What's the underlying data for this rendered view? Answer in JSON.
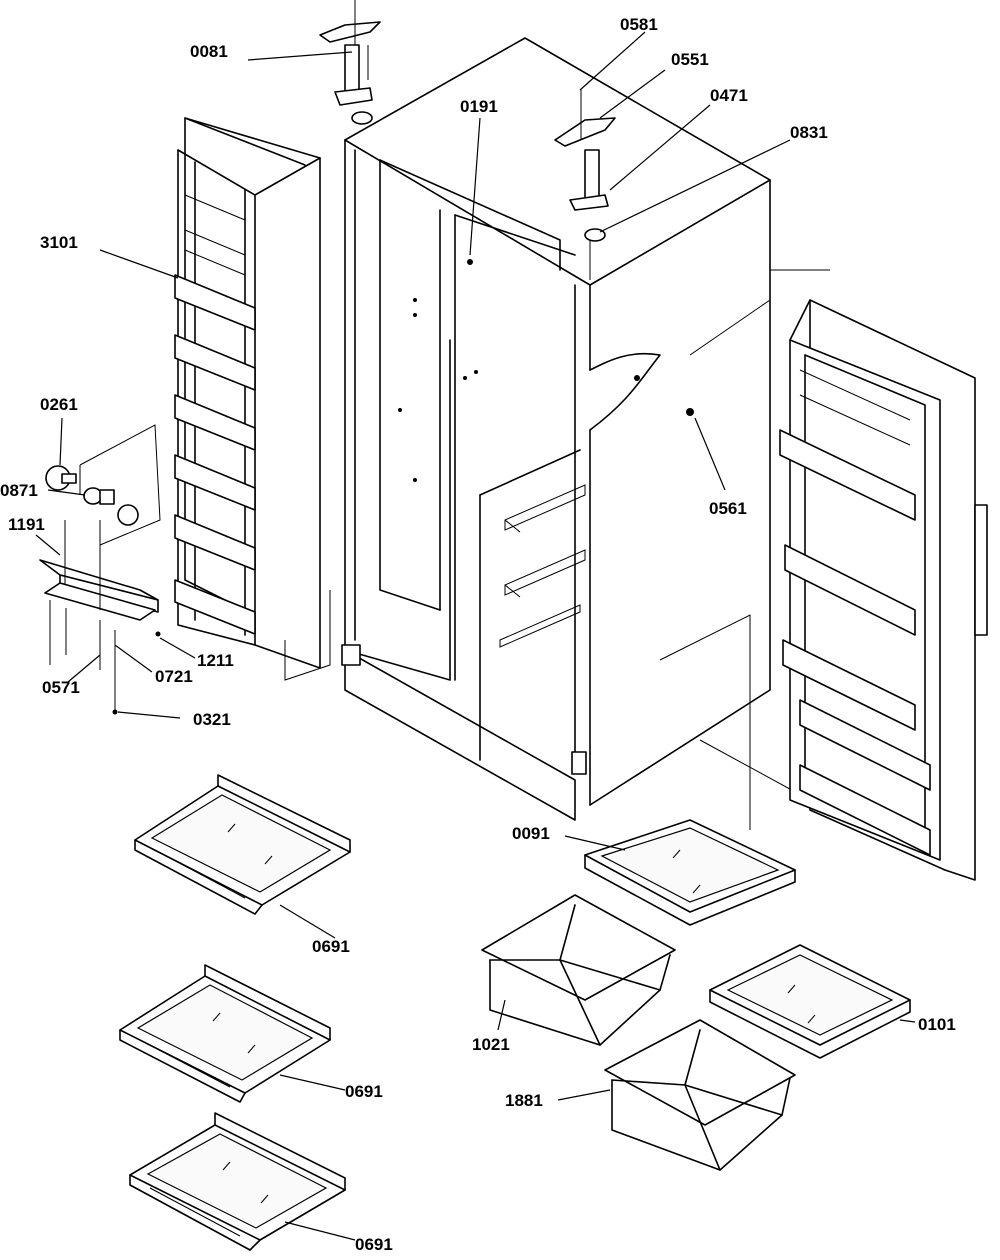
{
  "labels": {
    "p0081": "0081",
    "p0581": "0581",
    "p0551": "0551",
    "p0191": "0191",
    "p0471": "0471",
    "p0831": "0831",
    "p3101": "3101",
    "p0261": "0261",
    "p0871": "0871",
    "p0561": "0561",
    "p1191": "1191",
    "p1211": "1211",
    "p0571": "0571",
    "p0721": "0721",
    "p0321": "0321",
    "p0091": "0091",
    "p0691a": "0691",
    "p1021": "1021",
    "p0101": "0101",
    "p0691b": "0691",
    "p1881": "1881",
    "p0691c": "0691"
  },
  "colors": {
    "line": "#000000",
    "background": "#ffffff"
  }
}
